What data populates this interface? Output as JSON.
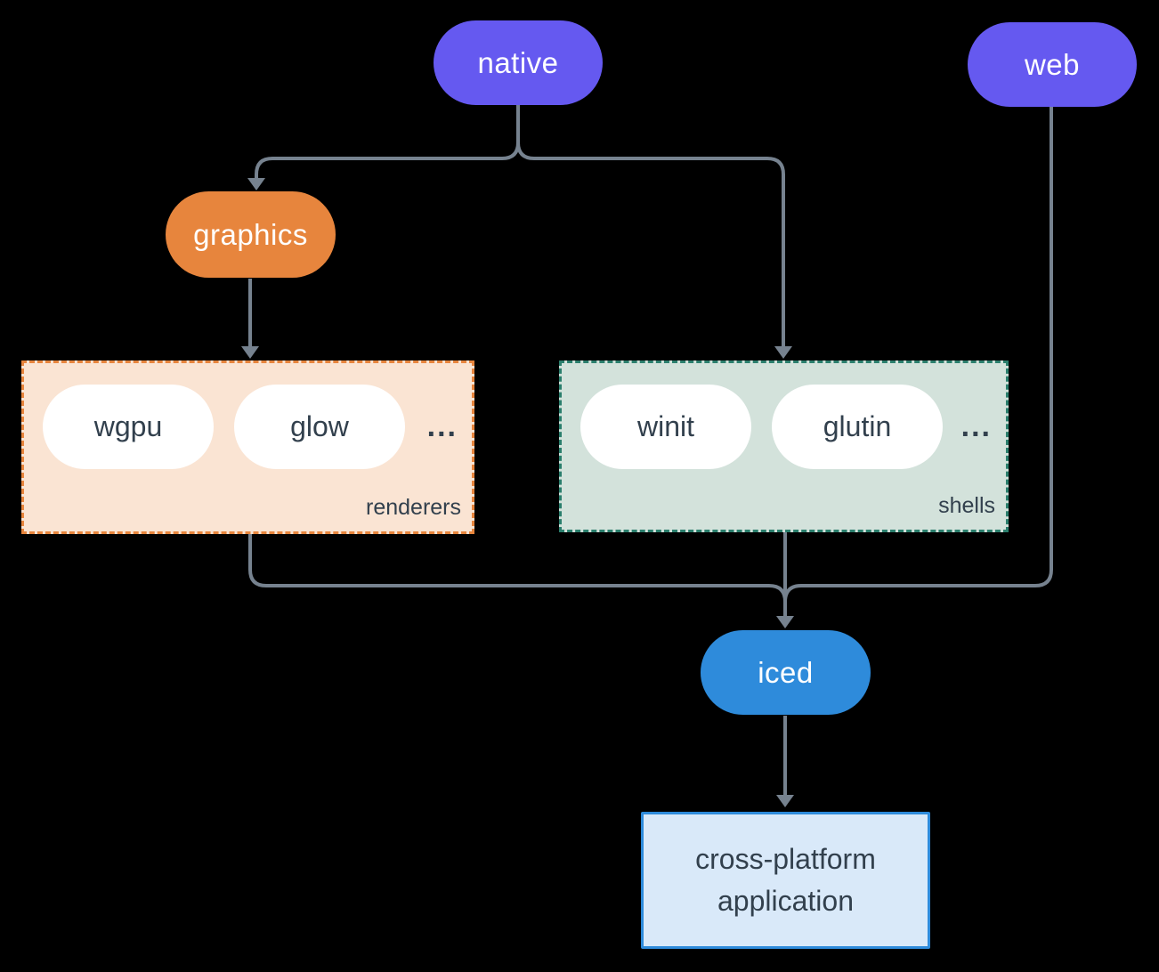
{
  "diagram": {
    "nodes": {
      "native": "native",
      "web": "web",
      "graphics": "graphics",
      "iced": "iced",
      "app_line1": "cross-platform",
      "app_line2": "application"
    },
    "groups": {
      "renderers": {
        "label": "renderers",
        "items": [
          "wgpu",
          "glow"
        ],
        "more": "..."
      },
      "shells": {
        "label": "shells",
        "items": [
          "winit",
          "glutin"
        ],
        "more": "..."
      }
    }
  },
  "colors": {
    "accent_purple": "#6559f0",
    "accent_orange": "#e7853d",
    "accent_blue": "#2e8bdb",
    "connector": "#76828f",
    "renderers_bg": "#fae4d3",
    "renderers_border": "#e7853d",
    "shells_bg": "#d3e2db",
    "shells_border": "#2b7f6d",
    "app_bg": "#d9e9f9",
    "app_border": "#2e8bdb",
    "text_dark": "#32404d",
    "pill_white": "#ffffff",
    "canvas_bg": "#000000"
  }
}
